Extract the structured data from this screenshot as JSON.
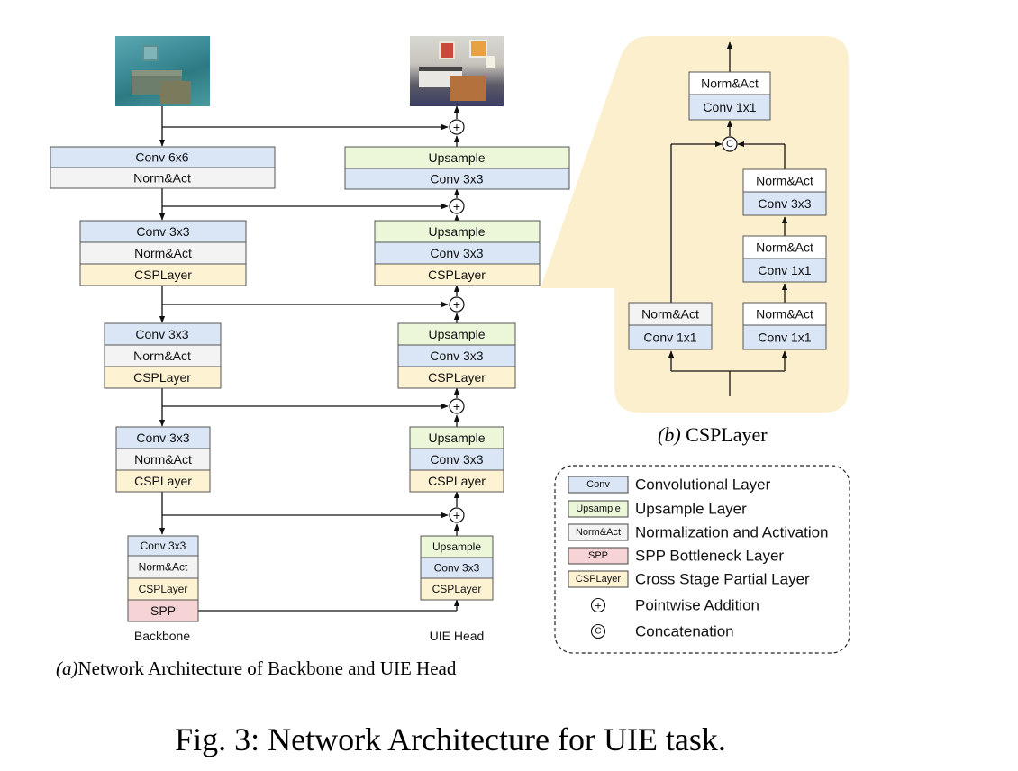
{
  "labels": {
    "conv6": "Conv 6x6",
    "conv3": "Conv 3x3",
    "conv1": "Conv 1x1",
    "norm": "Norm&Act",
    "csp": "CSPLayer",
    "up": "Upsample",
    "spp": "SPP",
    "plus": "+",
    "concat": "C"
  },
  "backbone_label": "Backbone",
  "head_label": "UIE Head",
  "caption_a": {
    "letter": "(a)",
    "text": "Network Architecture of Backbone and UIE Head"
  },
  "caption_b": {
    "letter": "(b)",
    "text": "CSPLayer"
  },
  "figure_caption": "Fig. 3: Network Architecture for UIE task.",
  "legend": [
    {
      "tag": "Conv",
      "text": "Convolutional Layer",
      "color": "#dae6f6"
    },
    {
      "tag": "Upsample",
      "text": "Upsample Layer",
      "color": "#ebf7d8"
    },
    {
      "tag": "Norm&Act",
      "text": "Normalization and  Activation",
      "color": "#f3f3f3"
    },
    {
      "tag": "SPP",
      "text": "SPP Bottleneck Layer",
      "color": "#f6d3d5"
    },
    {
      "tag": "CSPLayer",
      "text": "Cross Stage Partial Layer",
      "color": "#fdf2d2"
    },
    {
      "symbol": "+",
      "text": "Pointwise Addition"
    },
    {
      "symbol": "C",
      "text": "Concatenation"
    }
  ],
  "colors": {
    "conv": "#dae6f6",
    "norm": "#f3f3f3",
    "csp": "#fdf2d2",
    "up": "#ebf7d8",
    "spp": "#f6d3d5",
    "panel": "#fcefcd",
    "border": "#333333"
  }
}
